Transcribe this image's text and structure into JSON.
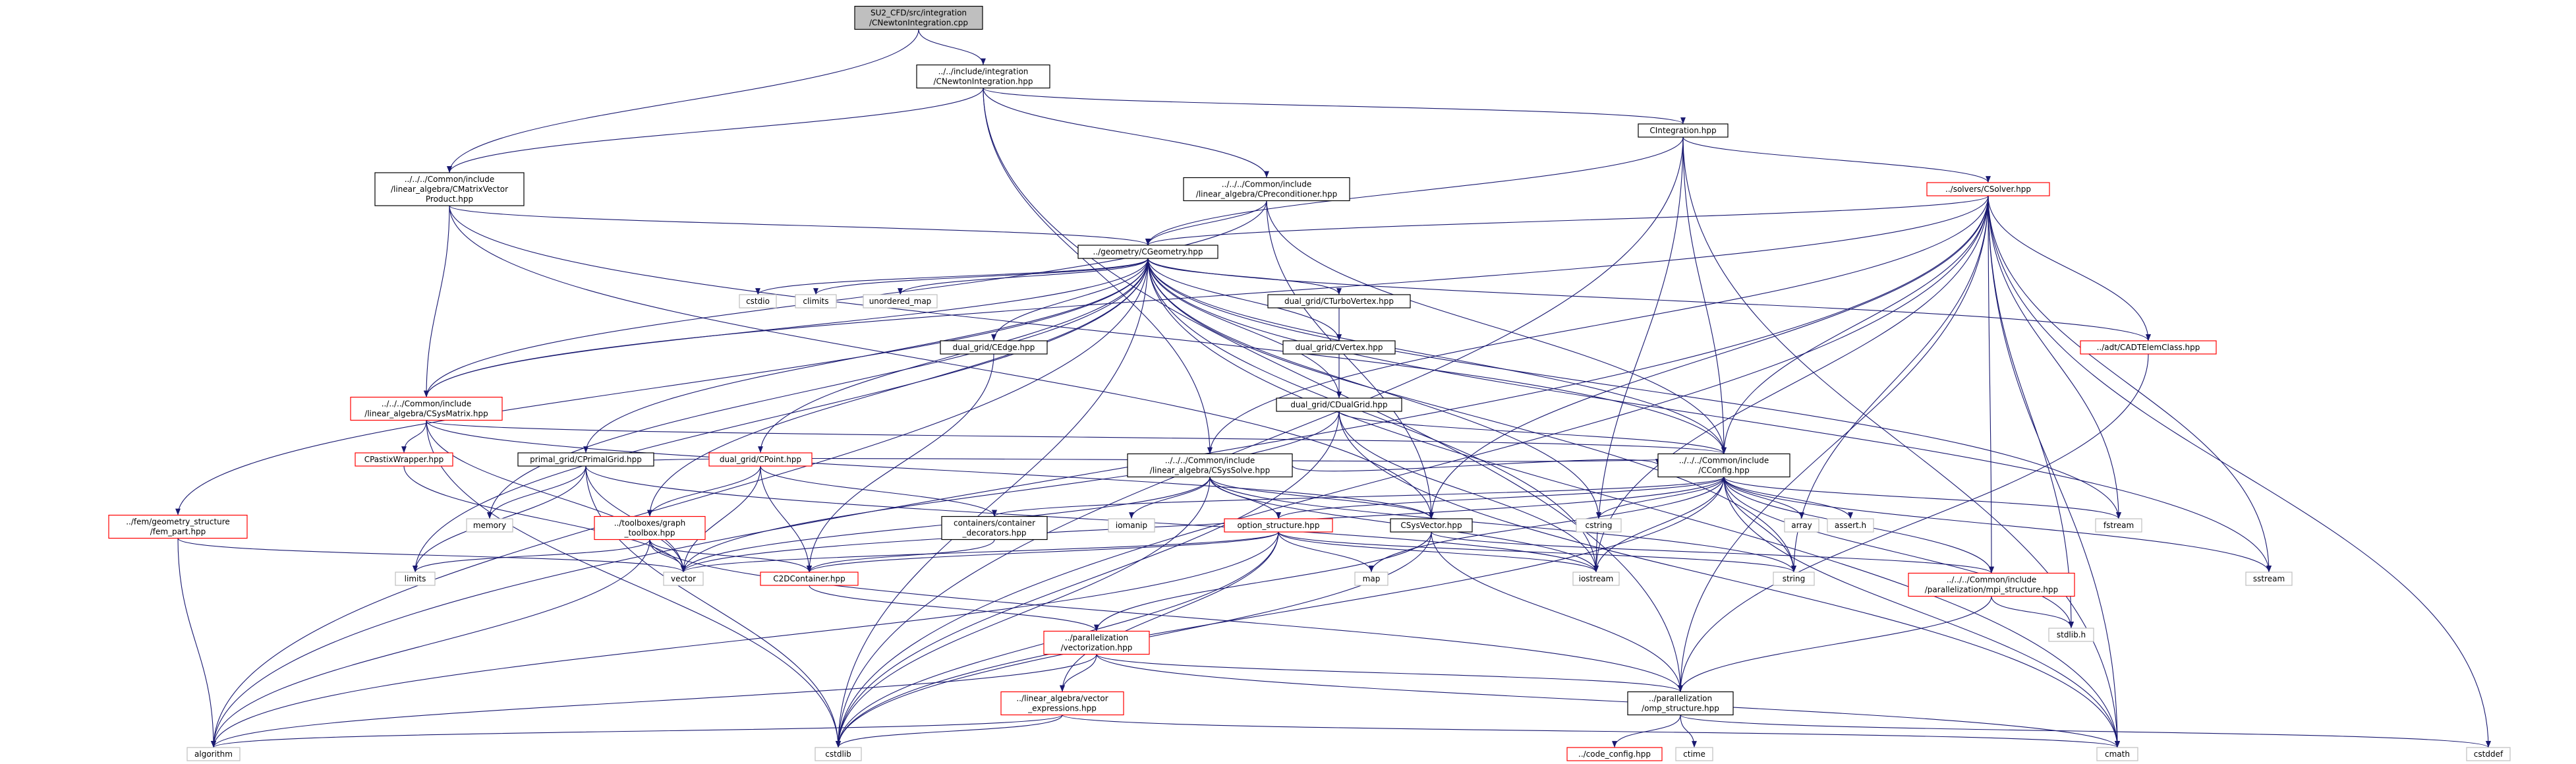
{
  "nodes": [
    {
      "id": "root",
      "lines": [
        "SU2_CFD/src/integration",
        "/CNewtonIntegration.cpp"
      ],
      "style": "root"
    },
    {
      "id": "newton_hpp",
      "lines": [
        "../../include/integration",
        "/CNewtonIntegration.hpp"
      ],
      "style": "normal"
    },
    {
      "id": "cintegration",
      "lines": [
        "CIntegration.hpp"
      ],
      "style": "normal"
    },
    {
      "id": "cmatrixvector",
      "lines": [
        "../../../Common/include",
        "/linear_algebra/CMatrixVector",
        "Product.hpp"
      ],
      "style": "normal"
    },
    {
      "id": "cpreconditioner",
      "lines": [
        "../../../Common/include",
        "/linear_algebra/CPreconditioner.hpp"
      ],
      "style": "normal"
    },
    {
      "id": "csolver",
      "lines": [
        "../solvers/CSolver.hpp"
      ],
      "style": "red"
    },
    {
      "id": "cgeometry",
      "lines": [
        "../geometry/CGeometry.hpp"
      ],
      "style": "normal"
    },
    {
      "id": "cstdio",
      "lines": [
        "cstdio"
      ],
      "style": "gray"
    },
    {
      "id": "climits",
      "lines": [
        "climits"
      ],
      "style": "gray"
    },
    {
      "id": "unordered_map",
      "lines": [
        "unordered_map"
      ],
      "style": "gray"
    },
    {
      "id": "cturbovertex",
      "lines": [
        "dual_grid/CTurboVertex.hpp"
      ],
      "style": "normal"
    },
    {
      "id": "cvertex",
      "lines": [
        "dual_grid/CVertex.hpp"
      ],
      "style": "normal"
    },
    {
      "id": "cedge",
      "lines": [
        "dual_grid/CEdge.hpp"
      ],
      "style": "normal"
    },
    {
      "id": "cdualgrid",
      "lines": [
        "dual_grid/CDualGrid.hpp"
      ],
      "style": "normal"
    },
    {
      "id": "cadtelem",
      "lines": [
        "../adt/CADTElemClass.hpp"
      ],
      "style": "red"
    },
    {
      "id": "csysmatrix",
      "lines": [
        "../../../Common/include",
        "/linear_algebra/CSysMatrix.hpp"
      ],
      "style": "red"
    },
    {
      "id": "cpastix",
      "lines": [
        "CPastixWrapper.hpp"
      ],
      "style": "red"
    },
    {
      "id": "cprimalgrid",
      "lines": [
        "primal_grid/CPrimalGrid.hpp"
      ],
      "style": "normal"
    },
    {
      "id": "cpoint",
      "lines": [
        "dual_grid/CPoint.hpp"
      ],
      "style": "red"
    },
    {
      "id": "csyssolve",
      "lines": [
        "../../../Common/include",
        "/linear_algebra/CSysSolve.hpp"
      ],
      "style": "normal"
    },
    {
      "id": "cconfig",
      "lines": [
        "../../../Common/include",
        "/CConfig.hpp"
      ],
      "style": "normal"
    },
    {
      "id": "fem",
      "lines": [
        "../fem/geometry_structure",
        "/fem_part.hpp"
      ],
      "style": "red"
    },
    {
      "id": "memory",
      "lines": [
        "memory"
      ],
      "style": "gray"
    },
    {
      "id": "graph_toolbox",
      "lines": [
        "../toolboxes/graph",
        "_toolbox.hpp"
      ],
      "style": "red"
    },
    {
      "id": "containers",
      "lines": [
        "containers/container",
        "_decorators.hpp"
      ],
      "style": "normal"
    },
    {
      "id": "iomanip",
      "lines": [
        "iomanip"
      ],
      "style": "gray"
    },
    {
      "id": "option_structure",
      "lines": [
        "option_structure.hpp"
      ],
      "style": "red"
    },
    {
      "id": "csysvector",
      "lines": [
        "CSysVector.hpp"
      ],
      "style": "normal"
    },
    {
      "id": "cstring",
      "lines": [
        "cstring"
      ],
      "style": "gray"
    },
    {
      "id": "array",
      "lines": [
        "array"
      ],
      "style": "gray"
    },
    {
      "id": "asserth",
      "lines": [
        "assert.h"
      ],
      "style": "gray"
    },
    {
      "id": "fstream",
      "lines": [
        "fstream"
      ],
      "style": "gray"
    },
    {
      "id": "limits",
      "lines": [
        "limits"
      ],
      "style": "gray"
    },
    {
      "id": "vector",
      "lines": [
        "vector"
      ],
      "style": "gray"
    },
    {
      "id": "c2dcontainer",
      "lines": [
        "C2DContainer.hpp"
      ],
      "style": "red"
    },
    {
      "id": "map",
      "lines": [
        "map"
      ],
      "style": "gray"
    },
    {
      "id": "iostream",
      "lines": [
        "iostream"
      ],
      "style": "gray"
    },
    {
      "id": "string",
      "lines": [
        "string"
      ],
      "style": "gray"
    },
    {
      "id": "mpi_structure",
      "lines": [
        "../../../Common/include",
        "/parallelization/mpi_structure.hpp"
      ],
      "style": "red"
    },
    {
      "id": "sstream",
      "lines": [
        "sstream"
      ],
      "style": "gray"
    },
    {
      "id": "stdlibh",
      "lines": [
        "stdlib.h"
      ],
      "style": "gray"
    },
    {
      "id": "vectorization",
      "lines": [
        "../parallelization",
        "/vectorization.hpp"
      ],
      "style": "red"
    },
    {
      "id": "vector_expressions",
      "lines": [
        "../linear_algebra/vector",
        "_expressions.hpp"
      ],
      "style": "red"
    },
    {
      "id": "omp_structure",
      "lines": [
        "../parallelization",
        "/omp_structure.hpp"
      ],
      "style": "normal"
    },
    {
      "id": "algorithm",
      "lines": [
        "algorithm"
      ],
      "style": "gray"
    },
    {
      "id": "cstdlib",
      "lines": [
        "cstdlib"
      ],
      "style": "gray"
    },
    {
      "id": "cmath",
      "lines": [
        "cmath"
      ],
      "style": "gray"
    },
    {
      "id": "cstddef",
      "lines": [
        "cstddef"
      ],
      "style": "gray"
    },
    {
      "id": "code_config",
      "lines": [
        "../code_config.hpp"
      ],
      "style": "red"
    },
    {
      "id": "ctime",
      "lines": [
        "ctime"
      ],
      "style": "gray"
    }
  ],
  "edges": [
    [
      "root",
      "newton_hpp"
    ],
    [
      "root",
      "cmatrixvector"
    ],
    [
      "newton_hpp",
      "cintegration"
    ],
    [
      "newton_hpp",
      "cmatrixvector"
    ],
    [
      "newton_hpp",
      "cpreconditioner"
    ],
    [
      "newton_hpp",
      "csyssolve"
    ],
    [
      "newton_hpp",
      "omp_structure"
    ],
    [
      "cintegration",
      "cgeometry"
    ],
    [
      "cintegration",
      "csolver"
    ],
    [
      "cintegration",
      "cconfig"
    ],
    [
      "cintegration",
      "iostream"
    ],
    [
      "cintegration",
      "cstdlib"
    ],
    [
      "cintegration",
      "cmath"
    ],
    [
      "cmatrixvector",
      "cgeometry"
    ],
    [
      "cmatrixvector",
      "csysmatrix"
    ],
    [
      "cmatrixvector",
      "csysvector"
    ],
    [
      "cmatrixvector",
      "cconfig"
    ],
    [
      "cpreconditioner",
      "cgeometry"
    ],
    [
      "cpreconditioner",
      "csysmatrix"
    ],
    [
      "cpreconditioner",
      "csysvector"
    ],
    [
      "cpreconditioner",
      "cconfig"
    ],
    [
      "csolver",
      "cgeometry"
    ],
    [
      "csolver",
      "cconfig"
    ],
    [
      "csolver",
      "csysvector"
    ],
    [
      "csolver",
      "csyssolve"
    ],
    [
      "csolver",
      "mpi_structure"
    ],
    [
      "csolver",
      "fstream"
    ],
    [
      "csolver",
      "string"
    ],
    [
      "csolver",
      "iostream"
    ],
    [
      "csolver",
      "sstream"
    ],
    [
      "csolver",
      "cmath"
    ],
    [
      "csolver",
      "cstdlib"
    ],
    [
      "csolver",
      "algorithm"
    ],
    [
      "csolver",
      "cstddef"
    ],
    [
      "csolver",
      "stdlibh"
    ],
    [
      "csolver",
      "omp_structure"
    ],
    [
      "csolver",
      "csysmatrix"
    ],
    [
      "csolver",
      "cadtelem"
    ],
    [
      "cgeometry",
      "cstdio"
    ],
    [
      "cgeometry",
      "climits"
    ],
    [
      "cgeometry",
      "unordered_map"
    ],
    [
      "cgeometry",
      "memory"
    ],
    [
      "cgeometry",
      "cturbovertex"
    ],
    [
      "cgeometry",
      "cvertex"
    ],
    [
      "cgeometry",
      "cedge"
    ],
    [
      "cgeometry",
      "cdualgrid"
    ],
    [
      "cgeometry",
      "cpoint"
    ],
    [
      "cgeometry",
      "cprimalgrid"
    ],
    [
      "cgeometry",
      "csysmatrix"
    ],
    [
      "cgeometry",
      "fem"
    ],
    [
      "cgeometry",
      "graph_toolbox"
    ],
    [
      "cgeometry",
      "cconfig"
    ],
    [
      "cgeometry",
      "cadtelem"
    ],
    [
      "cgeometry",
      "cstring"
    ],
    [
      "cgeometry",
      "fstream"
    ],
    [
      "cgeometry",
      "string"
    ],
    [
      "cgeometry",
      "sstream"
    ],
    [
      "cgeometry",
      "cmath"
    ],
    [
      "cgeometry",
      "algorithm"
    ],
    [
      "cgeometry",
      "cstdlib"
    ],
    [
      "cgeometry",
      "limits"
    ],
    [
      "cgeometry",
      "iostream"
    ],
    [
      "cturbovertex",
      "cvertex"
    ],
    [
      "cvertex",
      "cdualgrid"
    ],
    [
      "cedge",
      "c2dcontainer"
    ],
    [
      "cdualgrid",
      "cconfig"
    ],
    [
      "cdualgrid",
      "vector"
    ],
    [
      "cdualgrid",
      "iostream"
    ],
    [
      "cdualgrid",
      "cstdlib"
    ],
    [
      "cdualgrid",
      "cmath"
    ],
    [
      "cadtelem",
      "omp_structure"
    ],
    [
      "csysmatrix",
      "cpastix"
    ],
    [
      "csysmatrix",
      "csysvector"
    ],
    [
      "csysmatrix",
      "cconfig"
    ],
    [
      "csysmatrix",
      "vector"
    ],
    [
      "csysmatrix",
      "cstdlib"
    ],
    [
      "cpastix",
      "vector"
    ],
    [
      "cprimalgrid",
      "memory"
    ],
    [
      "cprimalgrid",
      "limits"
    ],
    [
      "cprimalgrid",
      "vector"
    ],
    [
      "cprimalgrid",
      "iostream"
    ],
    [
      "cprimalgrid",
      "cstdlib"
    ],
    [
      "cprimalgrid",
      "cconfig"
    ],
    [
      "cpoint",
      "graph_toolbox"
    ],
    [
      "cpoint",
      "c2dcontainer"
    ],
    [
      "cpoint",
      "vector"
    ],
    [
      "cpoint",
      "containers"
    ],
    [
      "csyssolve",
      "cconfig"
    ],
    [
      "csyssolve",
      "option_structure"
    ],
    [
      "csyssolve",
      "csysvector"
    ],
    [
      "csyssolve",
      "iomanip"
    ],
    [
      "csyssolve",
      "vector"
    ],
    [
      "csyssolve",
      "string"
    ],
    [
      "csyssolve",
      "iostream"
    ],
    [
      "csyssolve",
      "cstdlib"
    ],
    [
      "cconfig",
      "containers"
    ],
    [
      "cconfig",
      "option_structure"
    ],
    [
      "cconfig",
      "mpi_structure"
    ],
    [
      "cconfig",
      "cstring"
    ],
    [
      "cconfig",
      "array"
    ],
    [
      "cconfig",
      "asserth"
    ],
    [
      "cconfig",
      "fstream"
    ],
    [
      "cconfig",
      "vector"
    ],
    [
      "cconfig",
      "map"
    ],
    [
      "cconfig",
      "iostream"
    ],
    [
      "cconfig",
      "string"
    ],
    [
      "cconfig",
      "sstream"
    ],
    [
      "cconfig",
      "stdlibh"
    ],
    [
      "cconfig",
      "cmath"
    ],
    [
      "cconfig",
      "cstdlib"
    ],
    [
      "fem",
      "algorithm"
    ],
    [
      "fem",
      "vector"
    ],
    [
      "graph_toolbox",
      "limits"
    ],
    [
      "graph_toolbox",
      "vector"
    ],
    [
      "graph_toolbox",
      "algorithm"
    ],
    [
      "graph_toolbox",
      "c2dcontainer"
    ],
    [
      "graph_toolbox",
      "omp_structure"
    ],
    [
      "containers",
      "c2dcontainer"
    ],
    [
      "option_structure",
      "c2dcontainer"
    ],
    [
      "option_structure",
      "map"
    ],
    [
      "option_structure",
      "iostream"
    ],
    [
      "option_structure",
      "vector"
    ],
    [
      "option_structure",
      "string"
    ],
    [
      "option_structure",
      "cstdlib"
    ],
    [
      "option_structure",
      "algorithm"
    ],
    [
      "option_structure",
      "vector_expressions"
    ],
    [
      "csysvector",
      "vectorization"
    ],
    [
      "csysvector",
      "omp_structure"
    ],
    [
      "csysvector",
      "mpi_structure"
    ],
    [
      "csysvector",
      "cstdlib"
    ],
    [
      "c2dcontainer",
      "vectorization"
    ],
    [
      "mpi_structure",
      "stdlibh"
    ],
    [
      "mpi_structure",
      "omp_structure"
    ],
    [
      "vectorization",
      "vector_expressions"
    ],
    [
      "vectorization",
      "omp_structure"
    ],
    [
      "vectorization",
      "algorithm"
    ],
    [
      "vectorization",
      "cmath"
    ],
    [
      "vector_expressions",
      "cstdlib"
    ],
    [
      "vector_expressions",
      "cmath"
    ],
    [
      "vector_expressions",
      "algorithm"
    ],
    [
      "omp_structure",
      "cstddef"
    ],
    [
      "omp_structure",
      "code_config"
    ],
    [
      "omp_structure",
      "ctime"
    ]
  ],
  "colors": {
    "edge": "#191970",
    "normal_border": "#000000",
    "red_border": "#ff0000",
    "gray_border": "#bfbfbf",
    "root_fill": "#bfbfbf",
    "text": "#000000"
  }
}
